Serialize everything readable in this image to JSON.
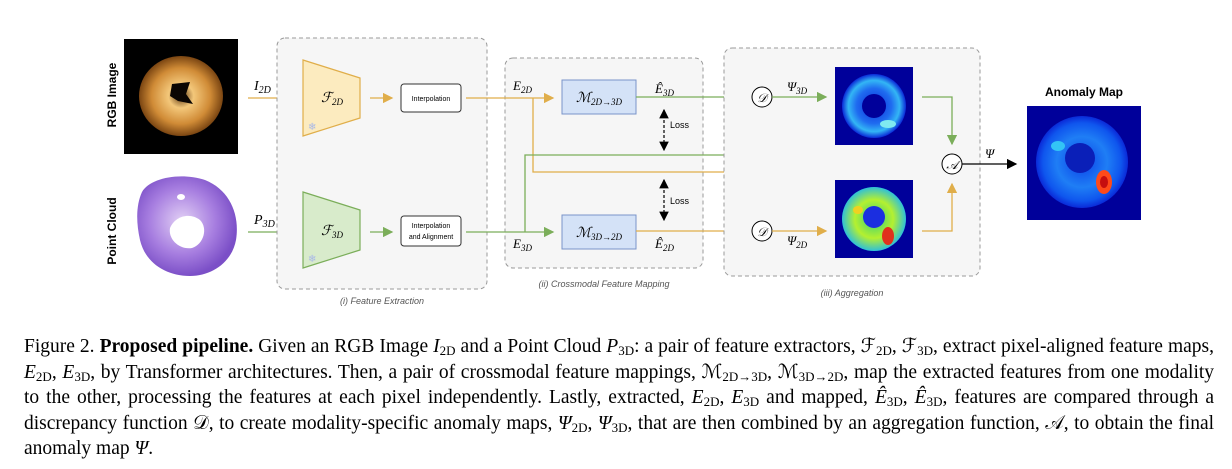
{
  "figure": {
    "row_labels": {
      "rgb": "RGB Image",
      "point_cloud": "Point Cloud"
    },
    "inputs": {
      "rgb_symbol": "I",
      "rgb_sub": "2D",
      "pc_symbol": "P",
      "pc_sub": "3D"
    },
    "extractors": {
      "rgb_symbol": "F",
      "rgb_sub": "2D",
      "pc_symbol": "F",
      "pc_sub": "3D",
      "frozen_icon": "snowflake-icon"
    },
    "interp_boxes": {
      "top": "Interpolation",
      "bottom_line1": "Interpolation",
      "bottom_line2": "and Alignment"
    },
    "features": {
      "e2d": "E",
      "e2d_sub": "2D",
      "e3d": "E",
      "e3d_sub": "3D",
      "e3d_hat": "Ê",
      "e3d_hat_sub": "3D",
      "e2d_hat": "Ê",
      "e2d_hat_sub": "2D"
    },
    "mappings": {
      "top_symbol": "M",
      "top_sub": "2D→3D",
      "bottom_symbol": "M",
      "bottom_sub": "3D→2D"
    },
    "loss_top": "Loss",
    "loss_bottom": "Loss",
    "discrepancy": "D",
    "aggregation": "A",
    "psi_3d": "Ψ",
    "psi_3d_sub": "3D",
    "psi_2d": "Ψ",
    "psi_2d_sub": "2D",
    "psi": "Ψ",
    "anomaly_title": "Anomaly Map",
    "section_labels": {
      "extraction": "(i) Feature Extraction",
      "mapping": "(ii) Crossmodal Feature Mapping",
      "aggregation": "(iii) Aggregation"
    },
    "colors": {
      "orange": "#E0AE4A",
      "green": "#7BAE5A",
      "extractor_orange": "#FCEBBF",
      "extractor_green": "#D8EBCB",
      "mapping_blue": "#D4E2F7",
      "frozen": "#A9B8E8"
    }
  },
  "caption": {
    "label": "Figure 2.",
    "title": "Proposed pipeline.",
    "p1": "Given an RGB Image",
    "i2d": "I",
    "i2d_sub": "2D",
    "p2": "and a Point Cloud",
    "p3d": "P",
    "p3d_sub": "3D",
    "p3": ": a pair of feature extractors,",
    "f2d": "F",
    "f2d_sub": "2D",
    "f3d": "F",
    "f3d_sub": "3D",
    "p4": ", extract pixel-aligned feature maps,",
    "e2d": "E",
    "e2d_sub": "2D",
    "e3d": "E",
    "e3d_sub": "3D",
    "p5": ", by Transformer architectures. Then, a pair of crossmodal feature mappings,",
    "m1": "M",
    "m1_sub": "2D→3D",
    "m2": "M",
    "m2_sub": "3D→2D",
    "p6": ", map the extracted features from one modality to the other, processing the features at each pixel independently. Lastly, extracted,",
    "e2d_b": "E",
    "e2d_b_sub": "2D",
    "e3d_b": "E",
    "e3d_b_sub": "3D",
    "p7": "and mapped,",
    "e3dh": "Ê",
    "e3dh_sub": "3D",
    "e3dh2": "Ê",
    "e3dh2_sub": "3D",
    "p8": ", features are compared through a discrepancy function",
    "d": "D",
    "p9": ", to create modality-specific anomaly maps,",
    "psi2d": "Ψ",
    "psi2d_sub": "2D",
    "psi3d": "Ψ",
    "psi3d_sub": "3D",
    "p10": ", that are then combined by an aggregation function,",
    "a": "A",
    "p11": ", to obtain the final anomaly map",
    "psi": "Ψ",
    "p12": "."
  }
}
